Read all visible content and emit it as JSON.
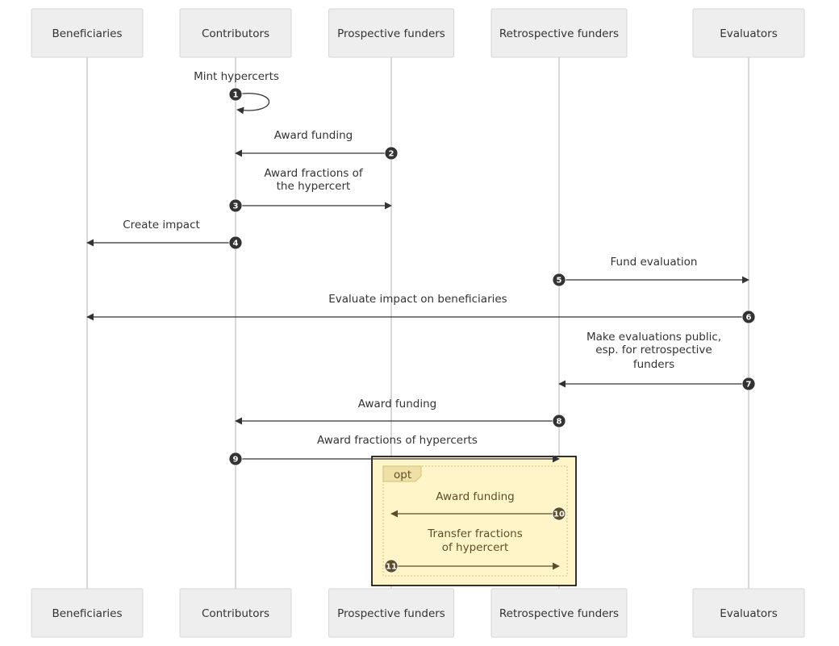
{
  "actors": [
    {
      "id": "ben",
      "label": "Beneficiaries"
    },
    {
      "id": "con",
      "label": "Contributors"
    },
    {
      "id": "pro",
      "label": "Prospective funders"
    },
    {
      "id": "ret",
      "label": "Retrospective funders"
    },
    {
      "id": "eva",
      "label": "Evaluators"
    }
  ],
  "messages": [
    {
      "n": "1",
      "from": "con",
      "to": "con",
      "text": [
        "Mint hypercerts"
      ]
    },
    {
      "n": "2",
      "from": "pro",
      "to": "con",
      "text": [
        "Award funding"
      ]
    },
    {
      "n": "3",
      "from": "con",
      "to": "pro",
      "text": [
        "Award fractions of",
        "the hypercert"
      ]
    },
    {
      "n": "4",
      "from": "con",
      "to": "ben",
      "text": [
        "Create impact"
      ]
    },
    {
      "n": "5",
      "from": "ret",
      "to": "eva",
      "text": [
        "Fund evaluation"
      ]
    },
    {
      "n": "6",
      "from": "eva",
      "to": "ben",
      "text": [
        "Evaluate impact on beneficiaries"
      ]
    },
    {
      "n": "7",
      "from": "eva",
      "to": "ret",
      "text": [
        "Make evaluations public,",
        "esp. for retrospective",
        "funders"
      ]
    },
    {
      "n": "8",
      "from": "ret",
      "to": "con",
      "text": [
        "Award funding"
      ]
    },
    {
      "n": "9",
      "from": "con",
      "to": "ret",
      "text": [
        "Award fractions of hypercerts"
      ]
    },
    {
      "n": "10",
      "from": "ret",
      "to": "pro",
      "text": [
        "Award funding"
      ],
      "opt": true
    },
    {
      "n": "11",
      "from": "pro",
      "to": "ret",
      "text": [
        "Transfer fractions",
        "of hypercert"
      ],
      "opt": true
    }
  ],
  "opt_block": {
    "label": "opt",
    "fill": "#fff5c9",
    "border": "#cfc07a",
    "text_color": "#5b4e2a"
  },
  "colors": {
    "line": "#333333",
    "lifeline": "#cfcfcf",
    "actor_fill": "#eeeeee",
    "highlight_border": "#000000"
  }
}
